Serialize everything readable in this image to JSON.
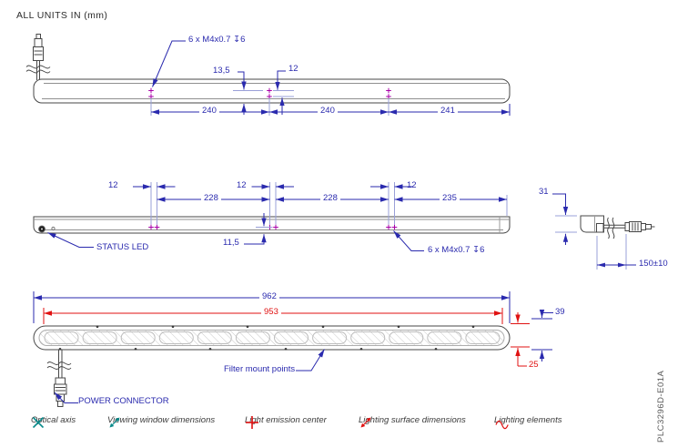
{
  "meta": {
    "units_note": "ALL UNITS IN (mm)",
    "part_number": "PLC3296D-E01A"
  },
  "top_view": {
    "thread_callout": "6 x M4x0.7 ↧6",
    "dim_13_5": "13,5",
    "dim_12": "12",
    "dim_240_a": "240",
    "dim_240_b": "240",
    "dim_241": "241"
  },
  "front_view": {
    "status_led_label": "STATUS LED",
    "thread_callout": "6 x M4x0.7 ↧6",
    "dim_12_a": "12",
    "dim_12_b": "12",
    "dim_12_c": "12",
    "dim_228_a": "228",
    "dim_228_b": "228",
    "dim_235": "235",
    "dim_11_5": "11,5"
  },
  "side_view": {
    "dim_31": "31",
    "dim_150": "150±10"
  },
  "bottom_view": {
    "dim_962": "962",
    "dim_953": "953",
    "dim_39": "39",
    "dim_25": "25",
    "filter_label": "Filter mount points",
    "power_label": "POWER CONNECTOR"
  },
  "legend": {
    "items": [
      {
        "icon": "optical-axis-icon",
        "label": "Optical axis"
      },
      {
        "icon": "viewing-window-dimensions-icon",
        "label": "Viewing window dimensions"
      },
      {
        "icon": "light-emission-center-icon",
        "label": "Light emission center"
      },
      {
        "icon": "lighting-surface-dimensions-icon",
        "label": "Lighting surface dimensions"
      },
      {
        "icon": "lighting-elements-icon",
        "label": "Lighting elements"
      }
    ]
  },
  "colors": {
    "dimension_blue": "#2a2aae",
    "reference_red": "#e01212",
    "mount_magenta": "#a800a8",
    "legend_teal": "#0a8a8a",
    "extension_light_blue": "#9aa0d8",
    "outline_gray": "#474747"
  }
}
